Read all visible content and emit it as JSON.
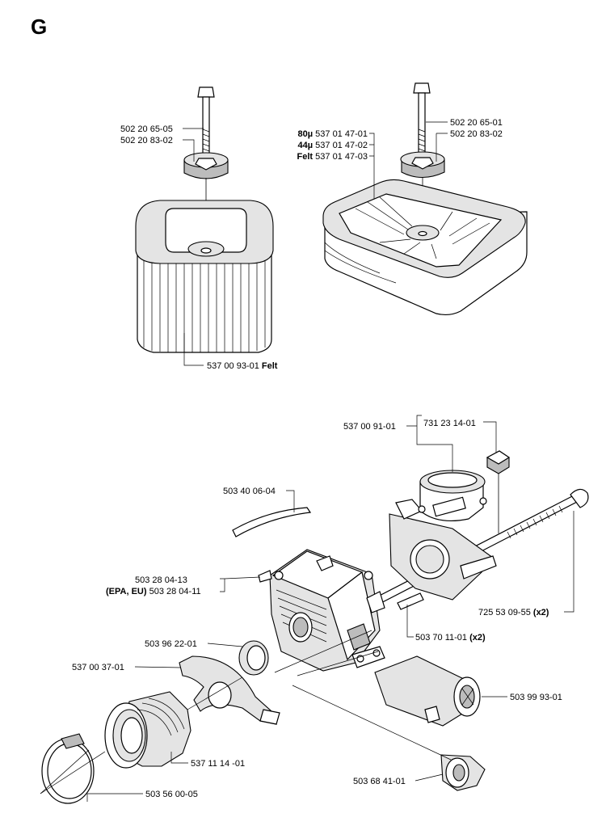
{
  "section": "G",
  "labels": {
    "top_left_bolt": "502 20 65-05",
    "top_left_nut": "502 20 83-02",
    "filter_felt": "537 00 93-01",
    "filter_felt_tag": "Felt",
    "top_right_bolt": "502 20 65-01",
    "top_right_nut": "502 20 83-02",
    "filter_80_tag": "80µ",
    "filter_80": "537 01 47-01",
    "filter_44_tag": "44µ",
    "filter_44": "537 01 47-02",
    "filter_felt2_tag": "Felt",
    "filter_felt2": "537 01 47-03",
    "bracket": "537 00 91-01",
    "nut_731": "731 23 14-01",
    "hose": "503 40 06-04",
    "carb": "503 28 04-13",
    "carb_epa_tag": "(EPA, EU)",
    "carb_epa": "503 28 04-11",
    "bolt_725": "725 53 09-55",
    "bolt_725_qty": "(x2)",
    "pin_503_70": "503 70 11-01",
    "pin_qty": "(x2)",
    "gasket_503_96": "503 96 22-01",
    "clamp_537_00": "537 00 37-01",
    "intake_503_99": "503 99 93-01",
    "boot_537_11": "537 11 14 -01",
    "hose_clamp_503_56": "503 56 00-05",
    "part_503_68": "503 68 41-01"
  }
}
